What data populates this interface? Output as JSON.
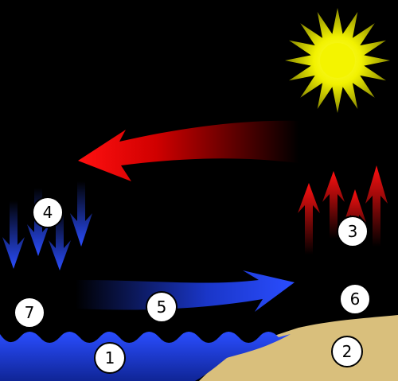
{
  "diagram": {
    "colors": {
      "background": "#000000",
      "water": "#1f3fd6",
      "land": "#d9bf7c",
      "sun": "#f2f200",
      "warm_arrow": "#ff1010",
      "cool_arrow": "#2a4dff"
    },
    "labels": {
      "water": "1",
      "land": "2",
      "rising_air_over_land": "3",
      "sinking_air_over_sea": "4",
      "surface_breeze": "5",
      "over_land": "6",
      "over_sea": "7"
    }
  }
}
